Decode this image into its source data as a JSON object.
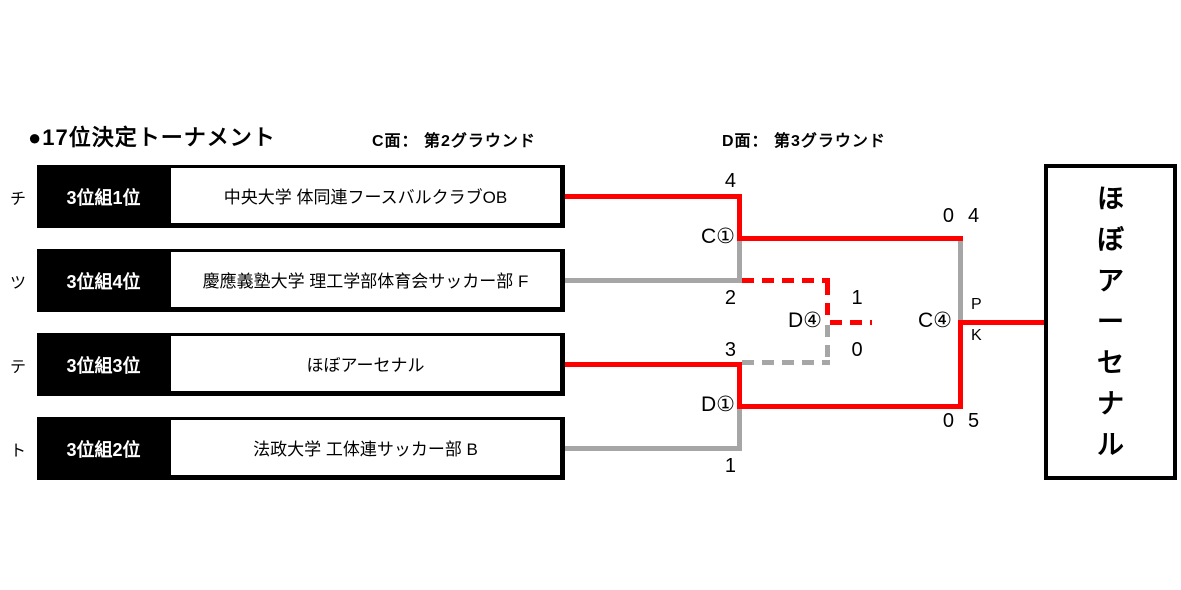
{
  "page": {
    "title": "●17位決定トーナメント",
    "venue_c": "C面： 第2グラウンド",
    "venue_d": "D面： 第3グラウンド"
  },
  "teams": [
    {
      "kana": "チ",
      "seed": "3位組1位",
      "name": "中央大学 体同連フースバルクラブOB"
    },
    {
      "kana": "ツ",
      "seed": "3位組4位",
      "name": "慶應義塾大学 理工学部体育会サッカー部 F"
    },
    {
      "kana": "テ",
      "seed": "3位組3位",
      "name": "ほぼアーセナル"
    },
    {
      "kana": "ト",
      "seed": "3位組2位",
      "name": "法政大学 工体連サッカー部 B"
    }
  ],
  "matches": {
    "c1": {
      "label": "C①",
      "top_score": "4",
      "bottom_score": "2"
    },
    "d1": {
      "label": "D①",
      "top_score": "3",
      "bottom_score": "1"
    },
    "d4": {
      "label": "D④",
      "top_score": "1",
      "bottom_score": "0"
    },
    "final": {
      "label": "C④",
      "top_reg": "0",
      "top_pk": "4",
      "bottom_reg": "0",
      "bottom_pk": "5",
      "pk_top": "P",
      "pk_bottom": "K"
    }
  },
  "winner": {
    "name": "ほぼアーセナル",
    "chars": [
      "ほ",
      "ぼ",
      "ア",
      "ー",
      "セ",
      "ナ",
      "ル"
    ]
  },
  "colors": {
    "winner_line": "#ff0000",
    "loser_line": "#a6a6a6",
    "box_black": "#000000"
  }
}
